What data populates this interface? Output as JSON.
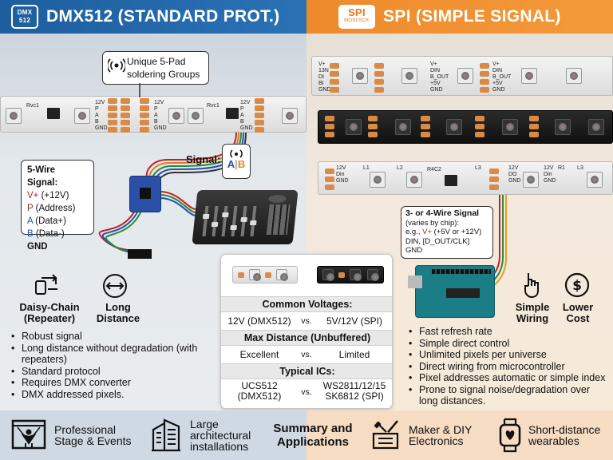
{
  "header": {
    "left_badge": "DMX\n512",
    "left_title": "DMX512 (STANDARD PROT.)",
    "right_badge_top": "SPI",
    "right_badge_bottom": "MOSI/SCK",
    "right_title": "SPI (SIMPLE SIGNAL)"
  },
  "dmx": {
    "pad_callout": "Unique 5-Pad soldering Groups",
    "pad_labels": [
      "12V",
      "P",
      "A",
      "B",
      "GND"
    ],
    "chip_label": "Rvc1",
    "signal_label": "Signal:",
    "signal_icon_a": "A",
    "signal_icon_b": "B",
    "wire_callout": {
      "title": "5-Wire Signal:",
      "lines": [
        {
          "key": "V+",
          "rest": " (+12V)"
        },
        {
          "key": "P",
          "rest": " (Address)"
        },
        {
          "key": "A",
          "rest": " (Data+)"
        },
        {
          "key": "B",
          "rest": " (Data-)"
        },
        {
          "key": "GND",
          "rest": ""
        }
      ]
    },
    "features": [
      {
        "label": "Daisy-Chain (Repeater)",
        "icon": "daisy-chain-icon"
      },
      {
        "label": "Long Distance",
        "icon": "long-distance-icon"
      }
    ],
    "bullets": [
      "Robust signal",
      "Long distance without degradation (with repeaters)",
      "Standard protocol",
      "Requires DMX converter",
      "DMX addressed pixels."
    ]
  },
  "spi": {
    "strip1_labels": [
      "V+",
      "13N",
      "DI",
      "BI",
      "GND",
      "V+",
      "DIN",
      "B_OUT",
      "+5V",
      "GND",
      "V+",
      "DIN",
      "B_OUT",
      "+5V",
      "GND"
    ],
    "strip3_labels": [
      "12V",
      "Din",
      "L1",
      "GND",
      "L2",
      "R4C2",
      "L3",
      "12V",
      "DO",
      "GND",
      "12V",
      "Din",
      "R1",
      "GND",
      "L3"
    ],
    "wire_callout": {
      "title": "3- or 4-Wire Signal",
      "line1": "(varies by chip):",
      "line2_prefix": "e.g., ",
      "line2_key": "V+",
      "line2_rest": " (+5V or +12V)",
      "line3": "DIN, [D_OUT/CLK]",
      "line4": "GND"
    },
    "features": [
      {
        "label": "Simple Wiring",
        "icon": "hand-pointer-icon"
      },
      {
        "label": "Lower Cost",
        "icon": "dollar-icon"
      }
    ],
    "bullets": [
      "Fast refresh rate",
      "Simple direct control",
      "Unlimited pixels per universe",
      "Direct wiring from microcontroller",
      "Pixel addresses automatic or simple index",
      "Prone to signal noise/degradation over long distances."
    ]
  },
  "compare": {
    "voltages_title": "Common Voltages:",
    "voltages": {
      "a": "12V (DMX512)",
      "vs": "vs.",
      "b": "5V/12V (SPI)"
    },
    "distance_title": "Max Distance (Unbuffered)",
    "distance": {
      "a": "Excellent",
      "vs": "vs.",
      "b": "Limited"
    },
    "ics_title": "Typical ICs:",
    "ics": {
      "a1": "UCS512",
      "a2": "(DMX512)",
      "vs": "vs.",
      "b1": "WS2811/12/15",
      "b2": "SK6812 (SPI)"
    }
  },
  "footer": {
    "items": [
      {
        "label": "Professional Stage & Events",
        "icon": "stage-icon"
      },
      {
        "label": "Large architectural installations",
        "icon": "building-icon"
      },
      {
        "label": "Maker & DIY Electronics",
        "icon": "tools-icon"
      },
      {
        "label": "Short-distance wearables",
        "icon": "smartwatch-icon"
      }
    ],
    "summary": "Summary and Applications"
  },
  "colors": {
    "dmx_blue": "#2a72b5",
    "spi_orange": "#f39a3a",
    "red_wire": "#c42020",
    "blue_label": "#1d55a8"
  }
}
